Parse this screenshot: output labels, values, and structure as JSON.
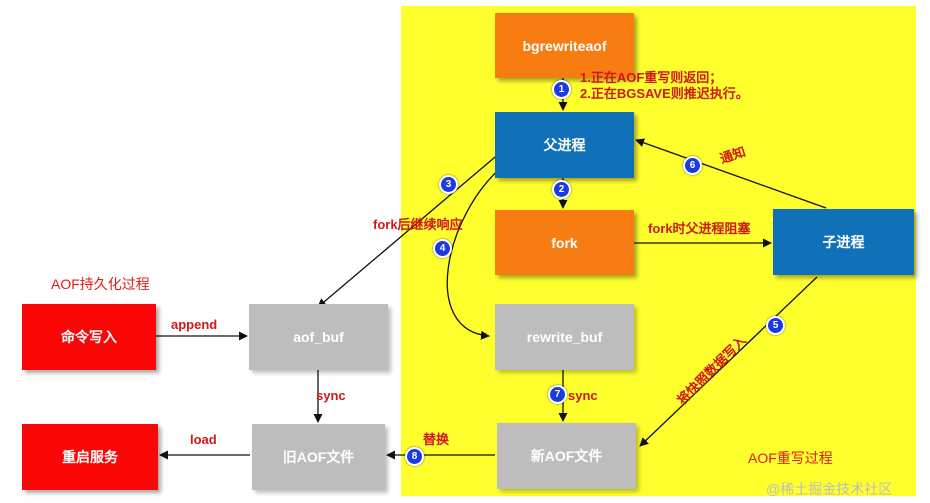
{
  "nodes": {
    "bgrewriteaof": "bgrewriteaof",
    "parent": "父进程",
    "fork": "fork",
    "child": "子进程",
    "aof_buf": "aof_buf",
    "rewrite_buf": "rewrite_buf",
    "cmd_write": "命令写入",
    "restart": "重启服务",
    "old_aof": "旧AOF文件",
    "new_aof": "新AOF文件"
  },
  "labels": {
    "step1_line1": "1.正在AOF重写则返回；",
    "step1_line2": "2.正在BGSAVE则推迟执行。",
    "notify": "通知",
    "fork_continue": "fork后继续响应",
    "fork_block": "fork时父进程阻塞",
    "append": "append",
    "sync_left": "sync",
    "sync_right": "sync",
    "snapshot_write": "将快照数据写入",
    "load": "load",
    "replace": "替换"
  },
  "titles": {
    "aof_persist": "AOF持久化过程",
    "aof_rewrite": "AOF重写过程"
  },
  "badges": [
    "1",
    "2",
    "3",
    "4",
    "5",
    "6",
    "7",
    "8"
  ],
  "watermark": "@稀土掘金技术社区",
  "colors": {
    "region": "#ffff2e",
    "orange": "#f77d12",
    "blue": "#1071b8",
    "gray": "#bdbdbd",
    "red": "#fb0606",
    "label": "#d11818",
    "badge": "#1a3be0"
  }
}
